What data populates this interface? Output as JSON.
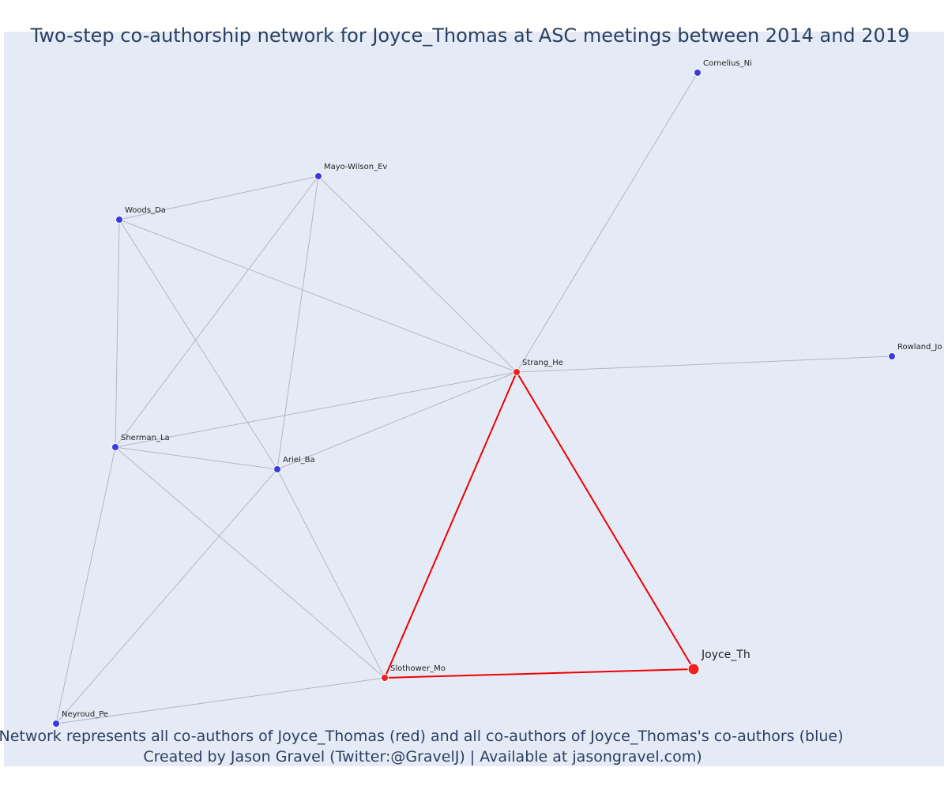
{
  "title": "Two-step co-authorship network for Joyce_Thomas at ASC meetings between 2014 and 2019",
  "caption_line1": "Network represents all co-authors of Joyce_Thomas (red) and all co-authors of Joyce_Thomas's co-authors (blue)",
  "caption_line2": "Created by Jason Gravel (Twitter:@GravelJ) | Available at jasongravel.com)",
  "colors": {
    "background": "#e5ebf6",
    "first_degree": "#ee2222",
    "second_degree": "#3b3bdd",
    "edge_gray": "#b4b4c4",
    "edge_red": "#ee0000",
    "text": "#2a3f5f"
  },
  "nodes": [
    {
      "id": "Joyce_Th",
      "label": "Joyce_Th",
      "group": "first",
      "ego": true
    },
    {
      "id": "Strang_He",
      "label": "Strang_He",
      "group": "first"
    },
    {
      "id": "Slothower_Mo",
      "label": "Slothower_Mo",
      "group": "first"
    },
    {
      "id": "Cornelius_Ni",
      "label": "Cornelius_Ni",
      "group": "second"
    },
    {
      "id": "Rowland_Jo",
      "label": "Rowland_Jo",
      "group": "second"
    },
    {
      "id": "Mayo-Wilson_Ev",
      "label": "Mayo-Wilson_Ev",
      "group": "second"
    },
    {
      "id": "Woods_Da",
      "label": "Woods_Da",
      "group": "second"
    },
    {
      "id": "Sherman_La",
      "label": "Sherman_La",
      "group": "second"
    },
    {
      "id": "Ariel_Ba",
      "label": "Ariel_Ba",
      "group": "second"
    },
    {
      "id": "Neyroud_Pe",
      "label": "Neyroud_Pe",
      "group": "second"
    }
  ],
  "edges": [
    {
      "from": "Joyce_Th",
      "to": "Strang_He",
      "highlight": true
    },
    {
      "from": "Joyce_Th",
      "to": "Slothower_Mo",
      "highlight": true
    },
    {
      "from": "Strang_He",
      "to": "Slothower_Mo",
      "highlight": true
    },
    {
      "from": "Strang_He",
      "to": "Cornelius_Ni",
      "highlight": false
    },
    {
      "from": "Strang_He",
      "to": "Rowland_Jo",
      "highlight": false
    },
    {
      "from": "Strang_He",
      "to": "Mayo-Wilson_Ev",
      "highlight": false
    },
    {
      "from": "Strang_He",
      "to": "Woods_Da",
      "highlight": false
    },
    {
      "from": "Strang_He",
      "to": "Sherman_La",
      "highlight": false
    },
    {
      "from": "Strang_He",
      "to": "Ariel_Ba",
      "highlight": false
    },
    {
      "from": "Mayo-Wilson_Ev",
      "to": "Woods_Da",
      "highlight": false
    },
    {
      "from": "Mayo-Wilson_Ev",
      "to": "Sherman_La",
      "highlight": false
    },
    {
      "from": "Mayo-Wilson_Ev",
      "to": "Ariel_Ba",
      "highlight": false
    },
    {
      "from": "Woods_Da",
      "to": "Sherman_La",
      "highlight": false
    },
    {
      "from": "Woods_Da",
      "to": "Ariel_Ba",
      "highlight": false
    },
    {
      "from": "Sherman_La",
      "to": "Ariel_Ba",
      "highlight": false
    },
    {
      "from": "Sherman_La",
      "to": "Slothower_Mo",
      "highlight": false
    },
    {
      "from": "Sherman_La",
      "to": "Neyroud_Pe",
      "highlight": false
    },
    {
      "from": "Ariel_Ba",
      "to": "Slothower_Mo",
      "highlight": false
    },
    {
      "from": "Ariel_Ba",
      "to": "Neyroud_Pe",
      "highlight": false
    },
    {
      "from": "Slothower_Mo",
      "to": "Neyroud_Pe",
      "highlight": false
    }
  ]
}
